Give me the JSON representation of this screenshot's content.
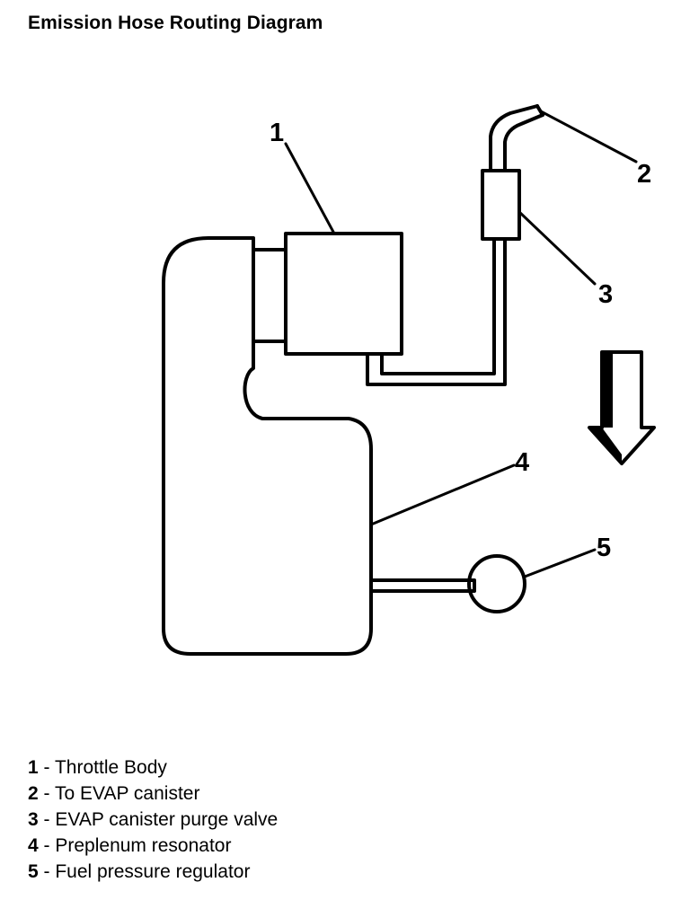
{
  "title": "Emission Hose Routing Diagram",
  "callouts": [
    "1",
    "2",
    "3",
    "4",
    "5"
  ],
  "legend": [
    {
      "num": "1",
      "sep": " - ",
      "label": "Throttle Body"
    },
    {
      "num": "2",
      "sep": " - ",
      "label": "To EVAP canister"
    },
    {
      "num": "3",
      "sep": " - ",
      "label": "EVAP canister purge valve"
    },
    {
      "num": "4",
      "sep": " - ",
      "label": "Preplenum resonator"
    },
    {
      "num": "5",
      "sep": " - ",
      "label": "Fuel pressure regulator"
    }
  ],
  "colors": {
    "ink": "#000000",
    "background": "#ffffff"
  },
  "icons": [
    "direction-arrow-icon"
  ]
}
